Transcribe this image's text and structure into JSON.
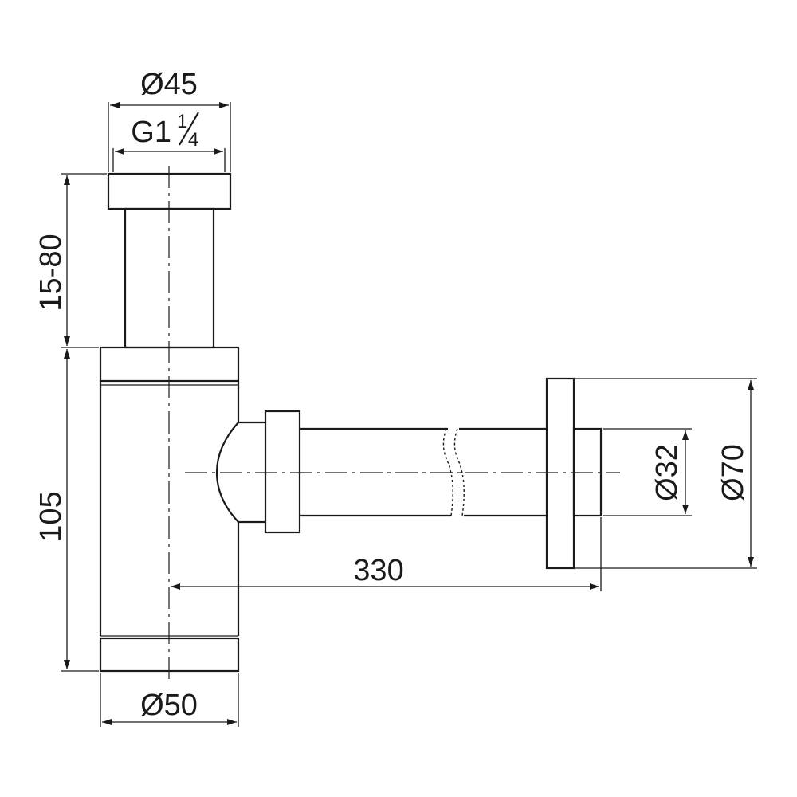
{
  "diagram": {
    "dimensions": {
      "top_outer_diameter": "Ø45",
      "thread_prefix": "G1",
      "thread_fraction_numerator": "1",
      "thread_fraction_denominator": "4",
      "height_adjustable": "15-80",
      "body_height": "105",
      "body_diameter": "Ø50",
      "outlet_length": "330",
      "outlet_pipe_diameter": "Ø32",
      "wall_flange_diameter": "Ø70"
    }
  }
}
